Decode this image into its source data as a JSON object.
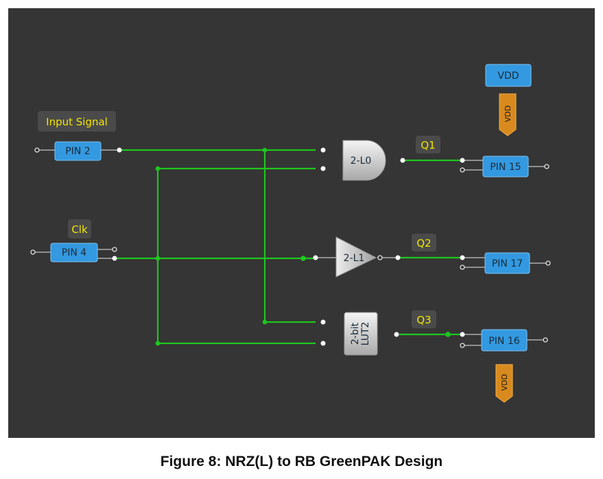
{
  "caption": "Figure 8: NRZ(L) to RB GreenPAK Design",
  "colors": {
    "background": "#353535",
    "wire": "#1ec81e",
    "pin_block": "#3399e0",
    "vdd_tag": "#d98a1e",
    "label_text": "#f2e600"
  },
  "labels": {
    "input_signal": "Input Signal",
    "clk": "Clk",
    "q1": "Q1",
    "q2": "Q2",
    "q3": "Q3"
  },
  "pins": {
    "pin2": "PIN 2",
    "pin4": "PIN 4",
    "pin15": "PIN 15",
    "pin17": "PIN 17",
    "pin16": "PIN 16"
  },
  "blocks": {
    "and_gate": "2-L0",
    "inverter": "2-L1",
    "lut_line1": "2-bit",
    "lut_line2": "LUT2"
  },
  "vdd": {
    "top_button": "VDD",
    "tag_top": "VDD",
    "tag_bottom": "VDD"
  }
}
